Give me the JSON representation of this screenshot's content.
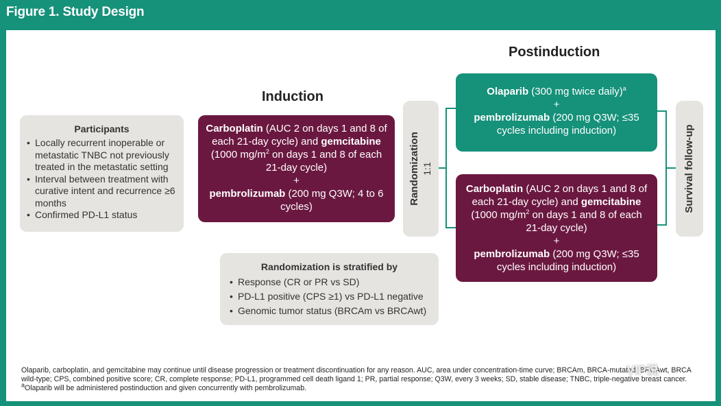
{
  "figure": {
    "title": "Figure 1. Study Design"
  },
  "headers": {
    "induction": "Induction",
    "postinduction": "Postinduction"
  },
  "participants": {
    "title": "Participants",
    "items": [
      "Locally recurrent inoperable or metastatic TNBC not previously treated in the metastatic setting",
      "Interval between treatment with curative intent and recurrence ≥6 months",
      "Confirmed PD-L1 status"
    ]
  },
  "induction_box": {
    "drug1": "Carboplatin",
    "drug1_detail": " (AUC 2 on days 1 and 8 of each 21-day cycle) and",
    "drug2": "gemcitabine",
    "drug2_detail_a": " (1000 mg/m",
    "drug2_sup": "2",
    "drug2_detail_b": " on days 1 and 8 of each 21-day cycle)",
    "plus": "+",
    "drug3": "pembrolizumab",
    "drug3_detail": " (200 mg Q3W; 4 to 6 cycles)"
  },
  "randomization": {
    "label": "Randomization",
    "ratio": "1:1"
  },
  "arm_a": {
    "drug1": "Olaparib",
    "drug1_detail": " (300 mg twice daily)",
    "drug1_sup": "a",
    "plus": "+",
    "drug2": "pembrolizumab",
    "drug2_detail": " (200 mg Q3W; ≤35 cycles including induction)"
  },
  "arm_b": {
    "drug1": "Carboplatin",
    "drug1_detail": " (AUC 2 on days 1 and 8 of each 21-day cycle) and",
    "drug2": "gemcitabine",
    "drug2_detail_a": " (1000 mg/m",
    "drug2_sup": "2",
    "drug2_detail_b": " on days 1 and 8 of each 21-day cycle)",
    "plus": "+",
    "drug3": "pembrolizumab",
    "drug3_detail": " (200 mg Q3W; ≤35 cycles including induction)"
  },
  "survival": {
    "label": "Survival follow-up"
  },
  "stratification": {
    "title": "Randomization is stratified by",
    "items": [
      "Response (CR or PR vs SD)",
      "PD-L1 positive (CPS ≥1) vs PD-L1 negative",
      "Genomic tumor status (BRCAm vs BRCAwt)"
    ]
  },
  "footnote": {
    "text": "Olaparib, carboplatin, and gemcitabine may continue until disease progression or treatment discontinuation for any reason. AUC, area under concentration-time curve; BRCAm, BRCA-mutated; BRCAwt, BRCA wild-type; CPS, combined positive score; CR, complete response; PD-L1, programmed cell death ligand 1; PR, partial response; Q3W, every 3 weeks; SD, stable disease; TNBC, triple-negative breast cancer.",
    "marker": "a",
    "note": "Olaparib will be administered postinduction and given concurrently with pembrolizumab."
  },
  "watermark": {
    "text": "VIP说"
  },
  "colors": {
    "frame": "#16917a",
    "maroon": "#6b1840",
    "teal": "#16917a",
    "gray_box": "#e6e4e0"
  }
}
